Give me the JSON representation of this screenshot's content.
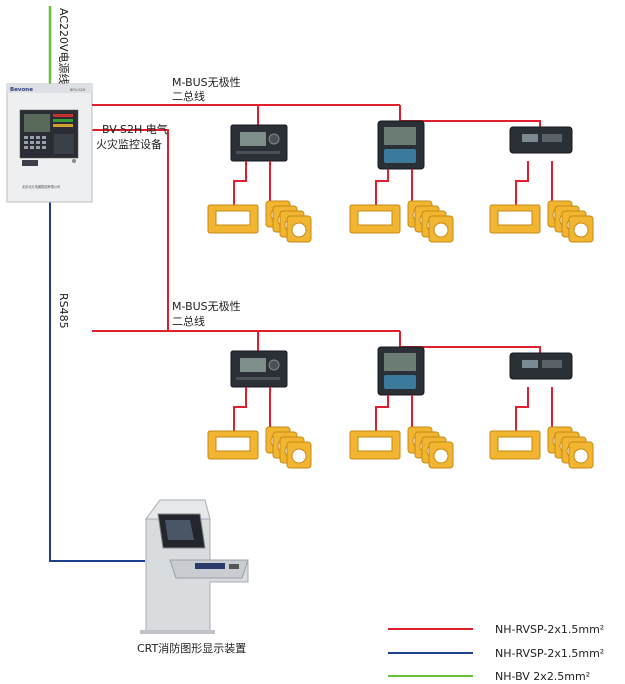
{
  "power_line_label": "AC220V电源线",
  "monitor": {
    "brand": "Bevone",
    "model": "BPU-S2H",
    "footer": "北京北元电器集团有限公司",
    "caption_line1": "BV-S2H 电气",
    "caption_line2": "火灾监控设备"
  },
  "bus_top": {
    "line1": "M-BUS无极性",
    "line2": "二总线"
  },
  "bus_bottom": {
    "line1": "M-BUS无极性",
    "line2": "二总线"
  },
  "rs485_label": "RS485",
  "crt_label": "CRT消防图形显示装置",
  "legend": [
    {
      "label": "NH-RVSP-2x1.5mm²",
      "color": "#e0202e"
    },
    {
      "label": "NH-RVSP-2x1.5mm²",
      "color": "#1f3f8f"
    },
    {
      "label": "NH-BV 2x2.5mm²",
      "color": "#6cbf3b"
    }
  ],
  "colors": {
    "signal_red": "#e0202e",
    "rs485_blue": "#1f3f8f",
    "power_green": "#6cbf3b",
    "sensor_yellow": "#f2b531"
  }
}
